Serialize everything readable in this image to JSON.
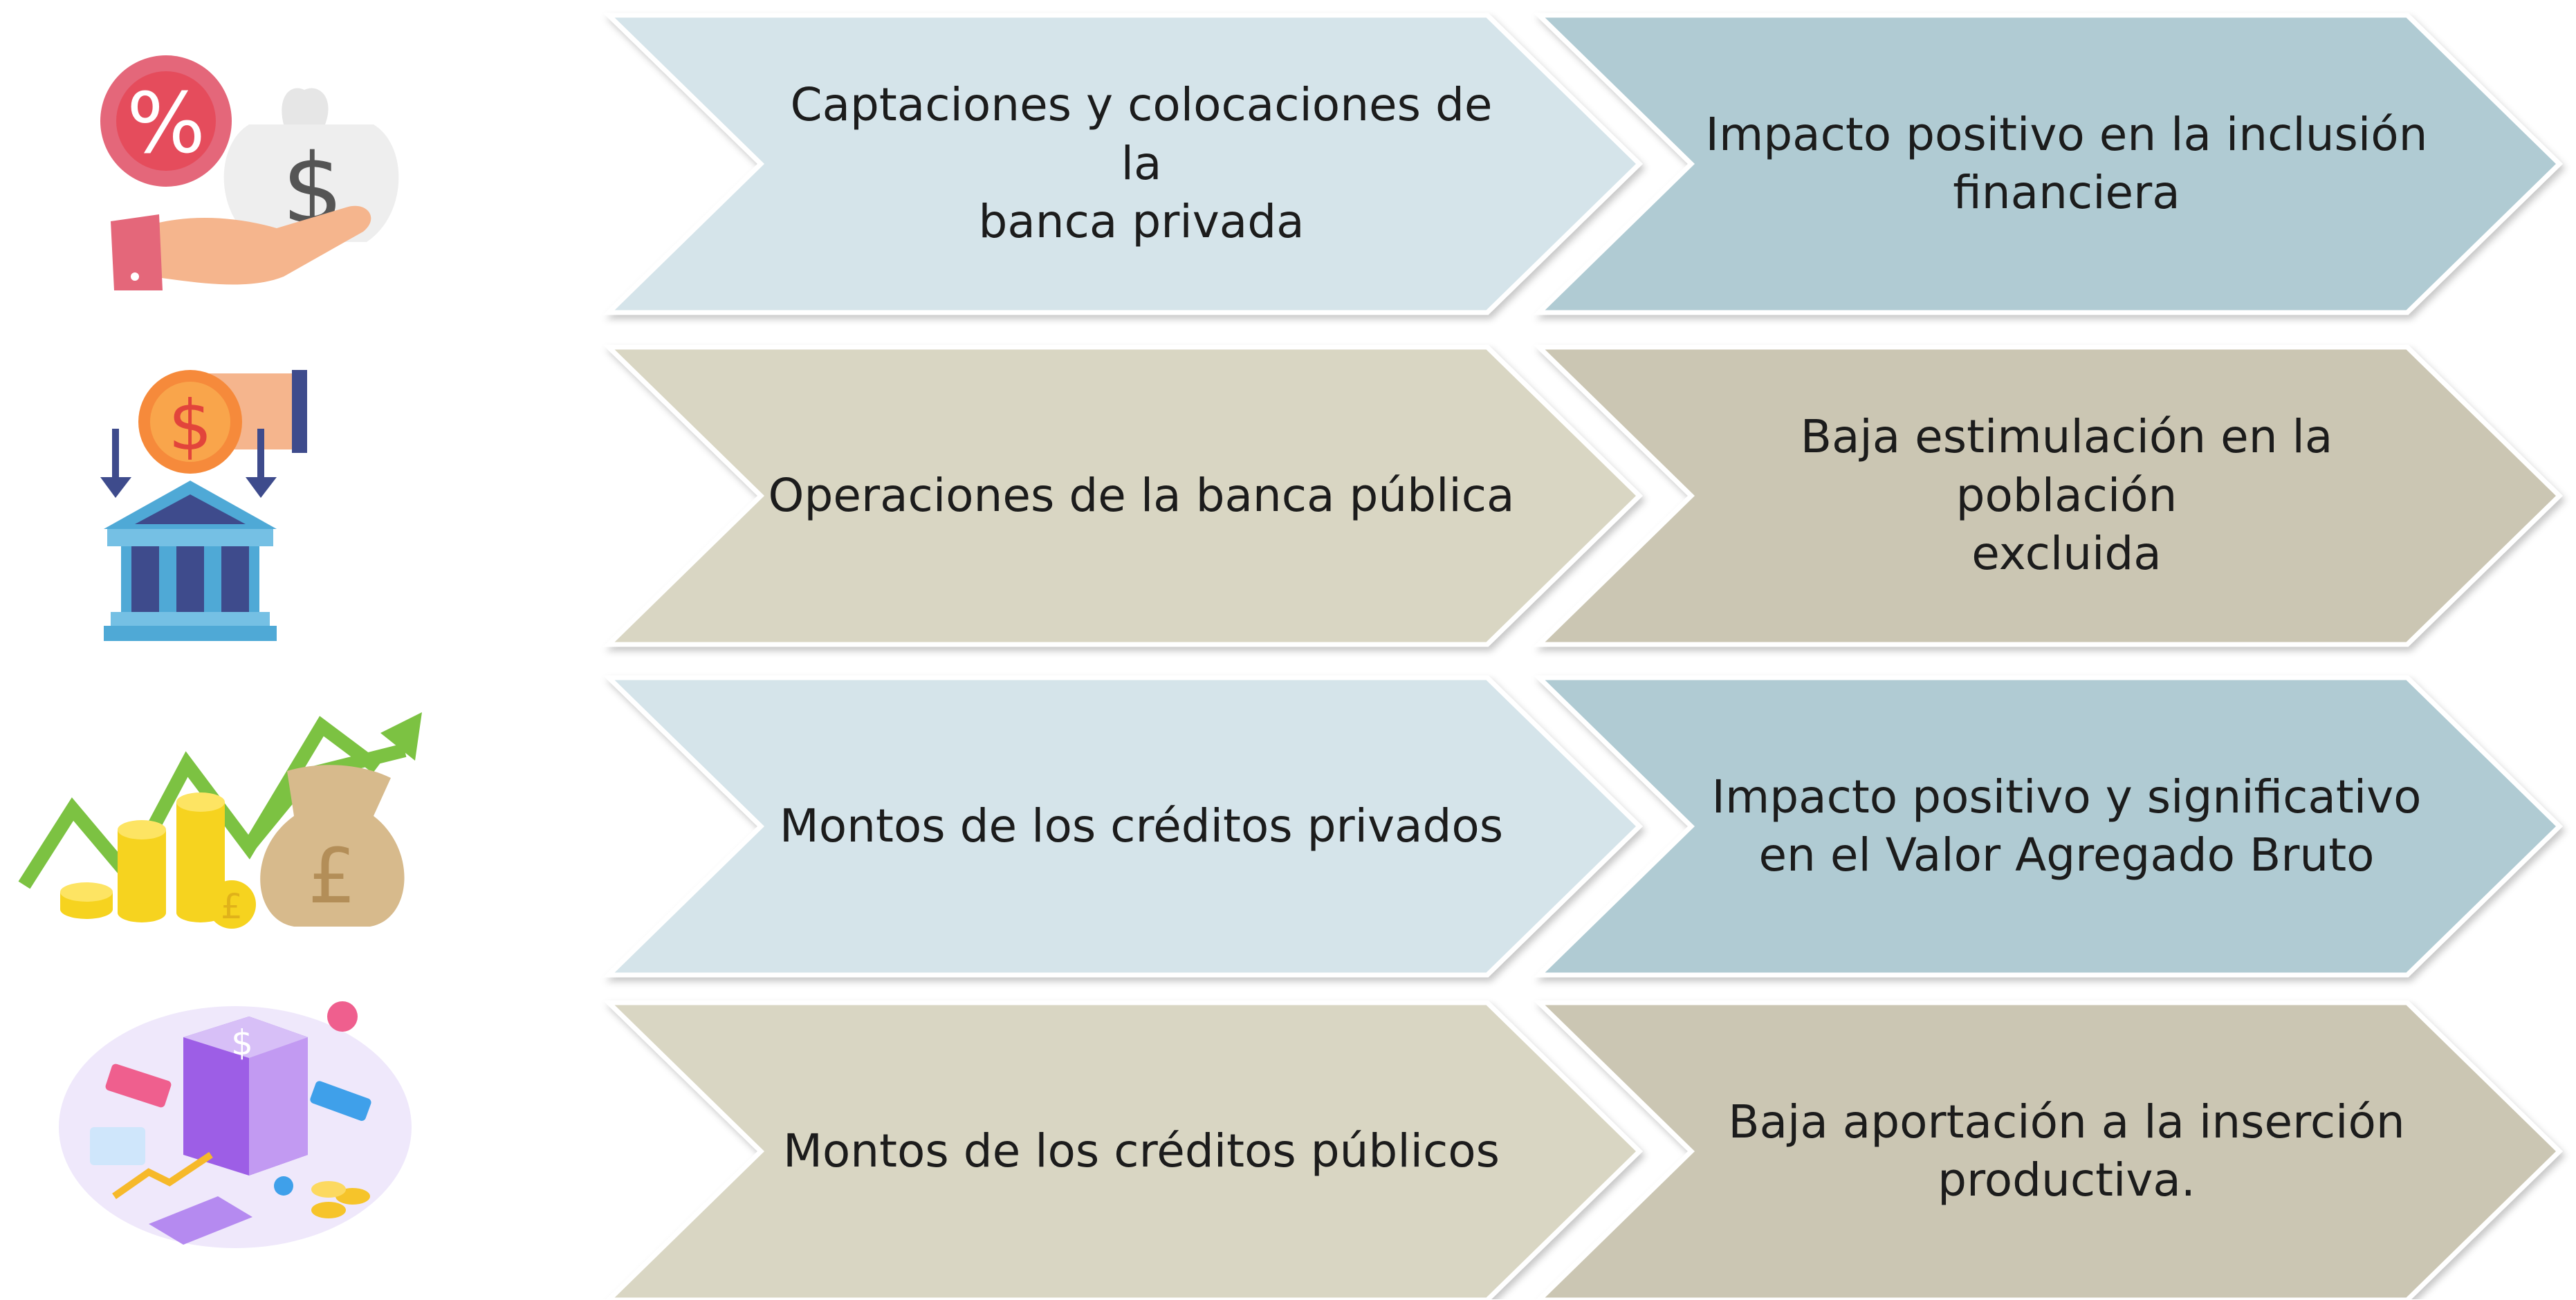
{
  "rows": [
    {
      "icon": "percent-money-bag-hand-icon",
      "cause": [
        "Captaciones y colocaciones de la",
        "banca privada"
      ],
      "effect": [
        "Impacto positivo en la inclusión",
        "financiera"
      ]
    },
    {
      "icon": "bank-coin-deposit-icon",
      "cause": [
        "Operaciones de la banca pública"
      ],
      "effect": [
        "Baja estimulación en la población",
        "excluida"
      ]
    },
    {
      "icon": "growth-chart-coins-pound-bag-icon",
      "cause": [
        "Montos de los créditos privados"
      ],
      "effect": [
        "Impacto positivo y significativo",
        "en el Valor Agregado Bruto"
      ]
    },
    {
      "icon": "isometric-finance-building-icon",
      "cause": [
        "Montos de los créditos públicos"
      ],
      "effect": [
        "Baja aportación a la inserción",
        "productiva."
      ]
    }
  ],
  "colors": {
    "blue_light": "#d5e4ea",
    "blue_dark": "#b0cbd3",
    "khaki_light": "#d9d6c3",
    "khaki_dark": "#cbc6b3",
    "text": "#1c1c1c"
  }
}
